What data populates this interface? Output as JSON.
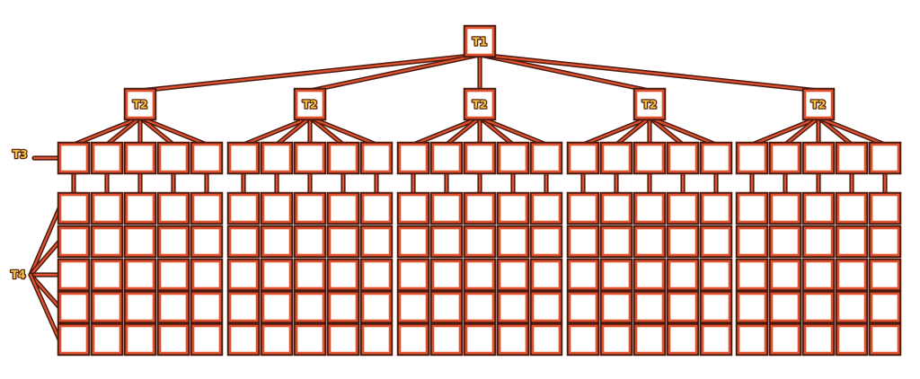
{
  "diagram": {
    "root": {
      "label": "T1"
    },
    "groups": [
      {
        "label": "T2"
      },
      {
        "label": "T2"
      },
      {
        "label": "T2"
      },
      {
        "label": "T2"
      },
      {
        "label": "T2"
      }
    ],
    "children_per_group": 5,
    "rows_per_column": 5,
    "side_labels": {
      "t3": "T3",
      "t4": "T4"
    }
  },
  "colors": {
    "outer_stroke": "#4a1a10",
    "inner_stroke": "#e0522e",
    "label_fill": "#f4c542"
  }
}
